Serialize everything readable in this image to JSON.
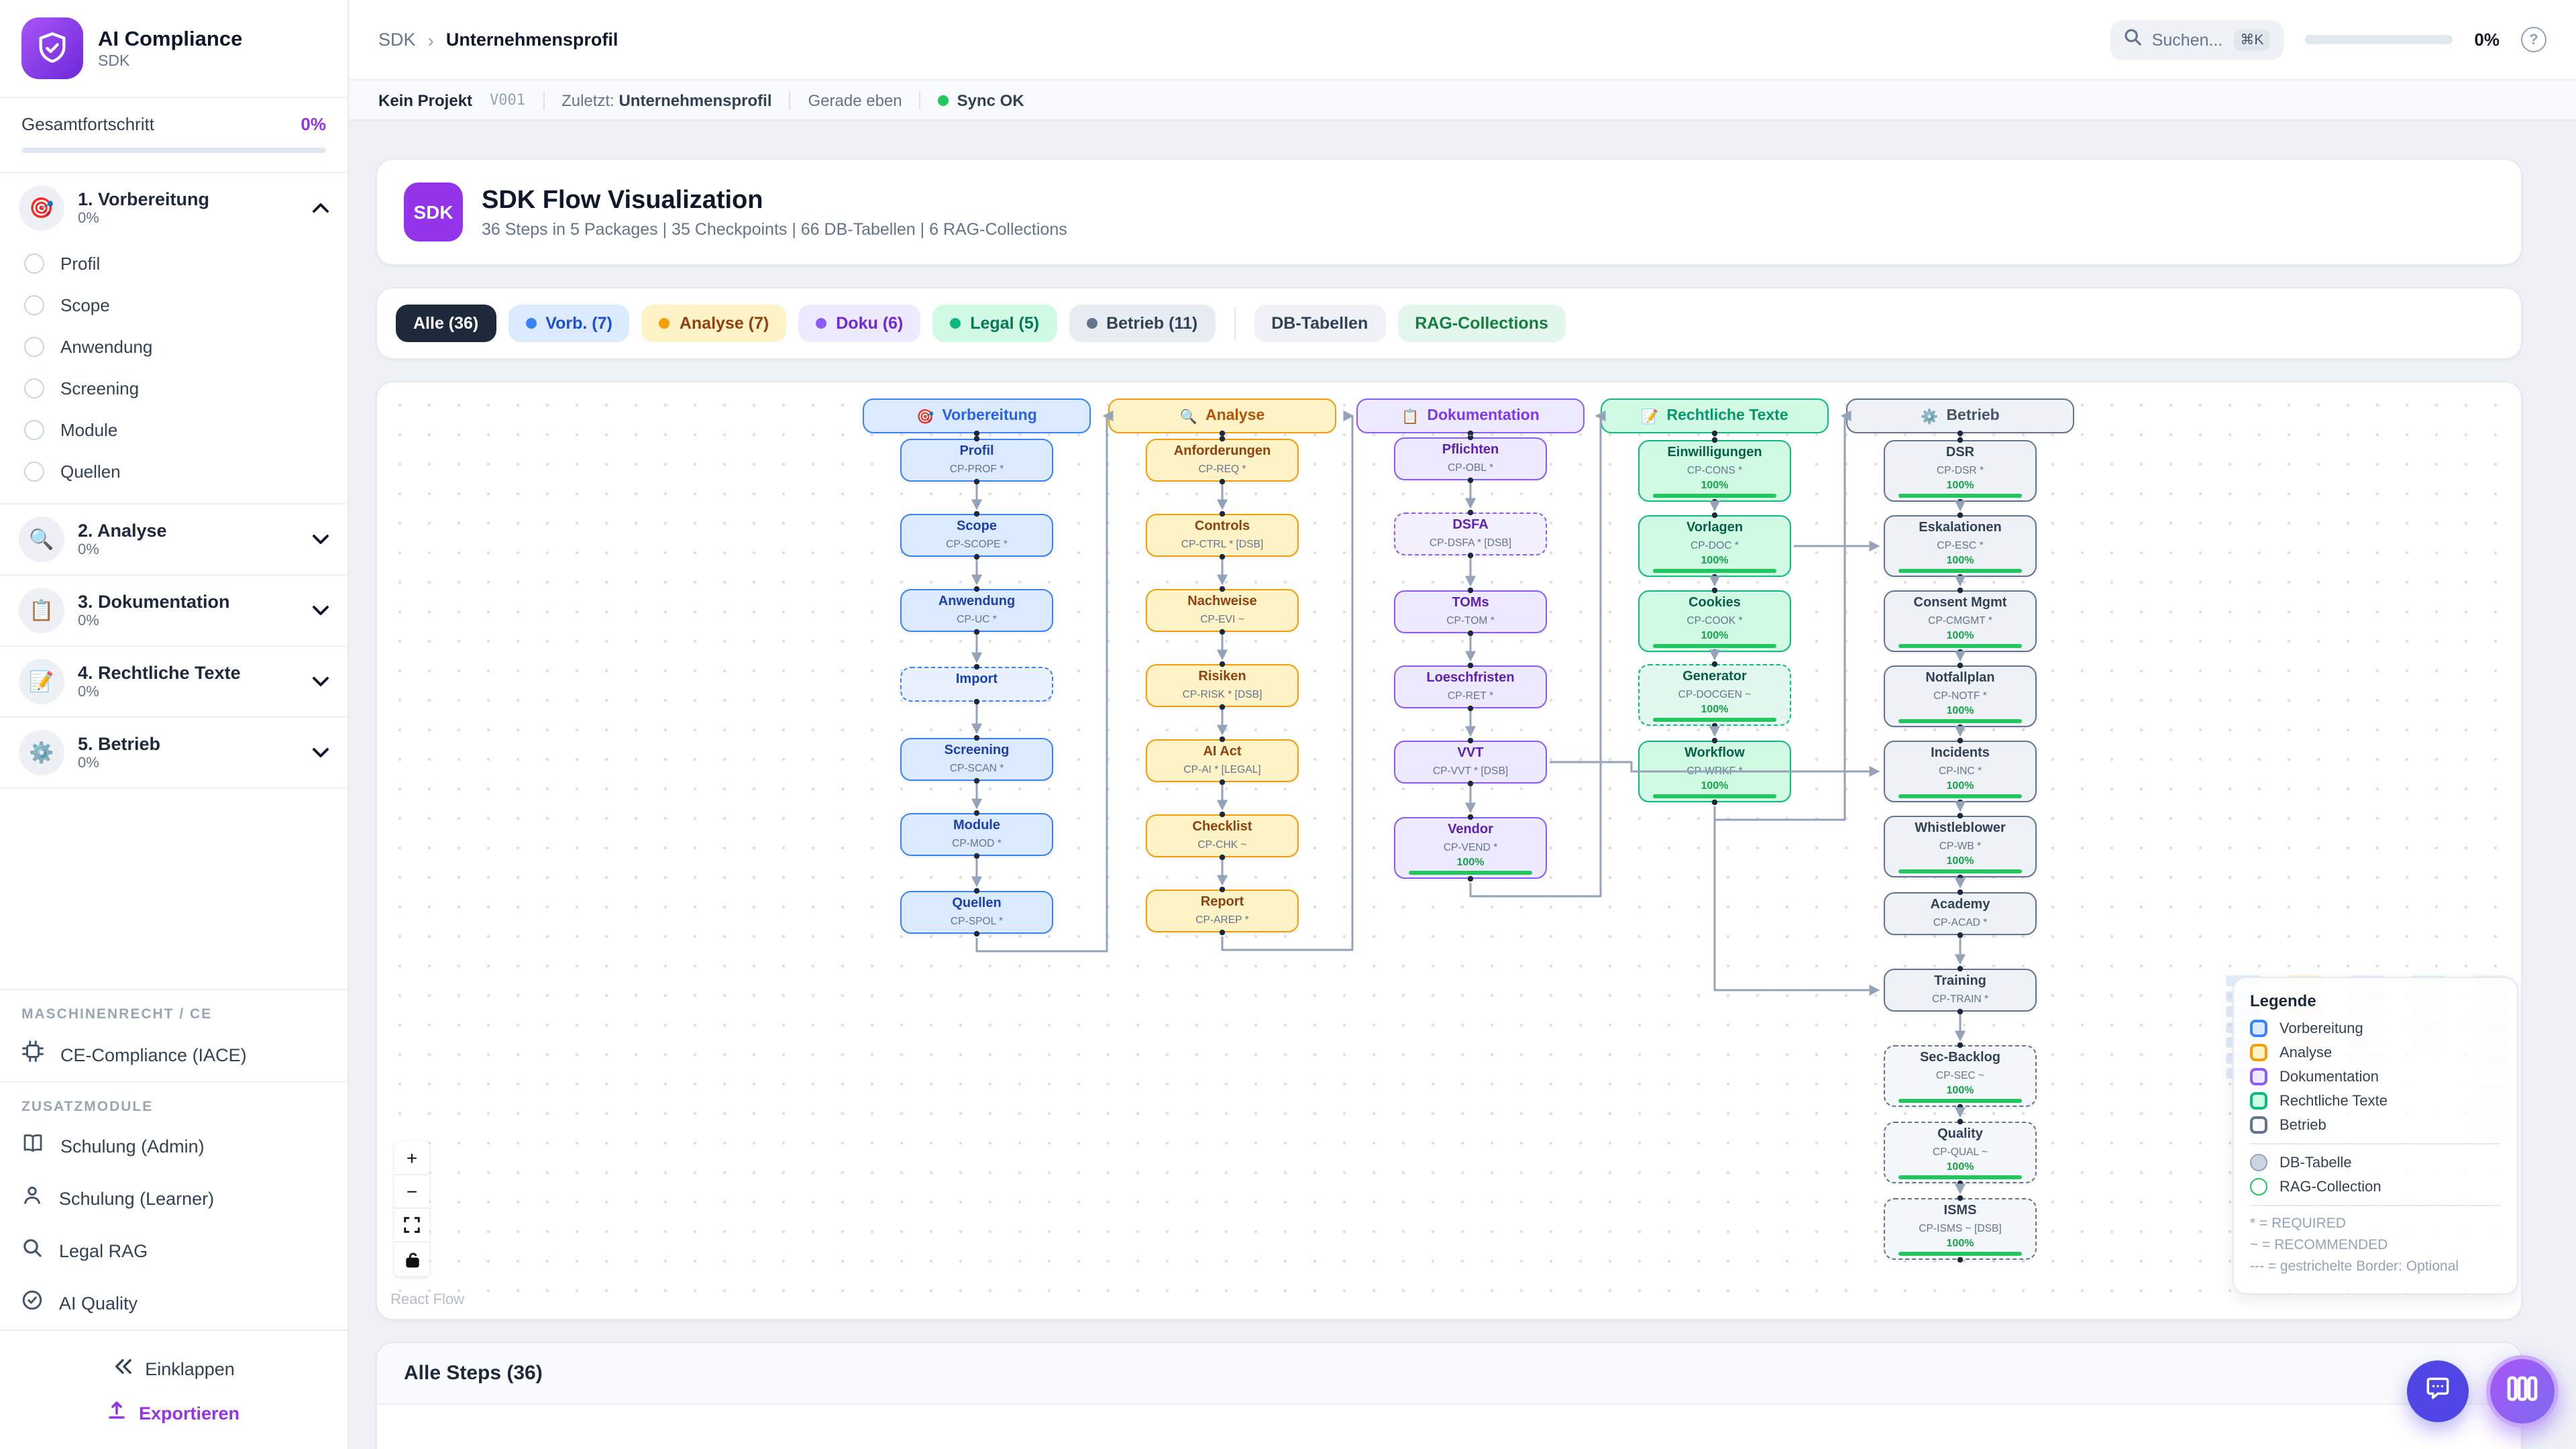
{
  "sidebar": {
    "app_title": "AI Compliance",
    "app_subtitle": "SDK",
    "overall_label": "Gesamtfortschritt",
    "overall_value": "0%",
    "sections": [
      {
        "icon": "🎯",
        "label": "1. Vorbereitung",
        "percent": "0%",
        "expanded": true,
        "items": [
          "Profil",
          "Scope",
          "Anwendung",
          "Screening",
          "Module",
          "Quellen"
        ]
      },
      {
        "icon": "🔍",
        "label": "2. Analyse",
        "percent": "0%",
        "expanded": false,
        "items": []
      },
      {
        "icon": "📋",
        "label": "3. Dokumentation",
        "percent": "0%",
        "expanded": false,
        "items": []
      },
      {
        "icon": "📝",
        "label": "4. Rechtliche Texte",
        "percent": "0%",
        "expanded": false,
        "items": []
      },
      {
        "icon": "⚙️",
        "label": "5. Betrieb",
        "percent": "0%",
        "expanded": false,
        "items": []
      }
    ],
    "machine_label": "MASCHINENRECHT / CE",
    "machine_item": "CE-Compliance (IACE)",
    "extra_label": "ZUSATZMODULE",
    "extra_items": [
      {
        "icon": "book",
        "label": "Schulung (Admin)"
      },
      {
        "icon": "user",
        "label": "Schulung (Learner)"
      },
      {
        "icon": "search",
        "label": "Legal RAG"
      },
      {
        "icon": "check",
        "label": "AI Quality"
      }
    ],
    "collapse_label": "Einklappen",
    "export_label": "Exportieren",
    "accent_color": "#9333ea"
  },
  "header": {
    "breadcrumb_root": "SDK",
    "breadcrumb_current": "Unternehmensprofil",
    "search_placeholder": "Suchen...",
    "search_kbd": "⌘K",
    "progress_value": "0%"
  },
  "statusbar": {
    "project": "Kein Projekt",
    "version": "V001",
    "last_label": "Zuletzt:",
    "last_value": "Unternehmensprofil",
    "time": "Gerade eben",
    "sync": "Sync OK",
    "sync_color": "#22c55e"
  },
  "hero": {
    "badge": "SDK",
    "title": "SDK Flow Visualization",
    "subtitle": "36 Steps in 5 Packages | 35 Checkpoints | 66 DB-Tabellen | 6 RAG-Collections"
  },
  "filters": {
    "pills": [
      {
        "label": "Alle (36)",
        "bg": "#1e293b",
        "fg": "#ffffff"
      },
      {
        "label": "Vorb. (7)",
        "bg": "#dbeafe",
        "fg": "#1d4ed8",
        "dot": "#3b82f6"
      },
      {
        "label": "Analyse (7)",
        "bg": "#fef3c7",
        "fg": "#92400e",
        "dot": "#f59e0b"
      },
      {
        "label": "Doku (6)",
        "bg": "#ede9fe",
        "fg": "#6d28d9",
        "dot": "#8b5cf6"
      },
      {
        "label": "Legal (5)",
        "bg": "#d1fae5",
        "fg": "#047857",
        "dot": "#10b981"
      },
      {
        "label": "Betrieb (11)",
        "bg": "#e8edf4",
        "fg": "#334155",
        "dot": "#64748b"
      }
    ],
    "db_pill": {
      "label": "DB-Tabellen",
      "bg": "#eef2f7",
      "fg": "#334155"
    },
    "rag_pill": {
      "label": "RAG-Collections",
      "bg": "#e3f7ec",
      "fg": "#15803d"
    }
  },
  "flow": {
    "packages": [
      {
        "name": "Vorbereitung",
        "icon": "🎯",
        "colors": {
          "border": "#3b82f6",
          "bg": "#dbeafe",
          "dashedBg": "#e8f1fd",
          "title": "#1e40af",
          "header": "#2563eb"
        },
        "nodes": [
          {
            "title": "Profil",
            "code": "CP-PROF *"
          },
          {
            "title": "Scope",
            "code": "CP-SCOPE *"
          },
          {
            "title": "Anwendung",
            "code": "CP-UC *"
          },
          {
            "title": "Import",
            "dashed": true
          },
          {
            "title": "Screening",
            "code": "CP-SCAN *"
          },
          {
            "title": "Module",
            "code": "CP-MOD *"
          },
          {
            "title": "Quellen",
            "code": "CP-SPOL *"
          }
        ]
      },
      {
        "name": "Analyse",
        "icon": "🔍",
        "colors": {
          "border": "#f59e0b",
          "bg": "#fef3c7",
          "dashedBg": "#fdf8e3",
          "title": "#92400e",
          "header": "#b45309"
        },
        "nodes": [
          {
            "title": "Anforderungen",
            "code": "CP-REQ *"
          },
          {
            "title": "Controls",
            "code": "CP-CTRL * [DSB]"
          },
          {
            "title": "Nachweise",
            "code": "CP-EVI ~"
          },
          {
            "title": "Risiken",
            "code": "CP-RISK * [DSB]"
          },
          {
            "title": "AI Act",
            "code": "CP-AI * [LEGAL]"
          },
          {
            "title": "Checklist",
            "code": "CP-CHK ~"
          },
          {
            "title": "Report",
            "code": "CP-AREP *"
          }
        ]
      },
      {
        "name": "Dokumentation",
        "icon": "📋",
        "colors": {
          "border": "#8b5cf6",
          "bg": "#ede9fe",
          "dashedBg": "#f3f0fe",
          "title": "#5b21b6",
          "header": "#7c3aed"
        },
        "nodes": [
          {
            "title": "Pflichten",
            "code": "CP-OBL *"
          },
          {
            "title": "DSFA",
            "code": "CP-DSFA * [DSB]",
            "dashed": true
          },
          {
            "title": "TOMs",
            "code": "CP-TOM *"
          },
          {
            "title": "Loeschfristen",
            "code": "CP-RET *"
          },
          {
            "title": "VVT",
            "code": "CP-VVT * [DSB]"
          },
          {
            "title": "Vendor",
            "code": "CP-VEND *",
            "progress": "100%"
          }
        ]
      },
      {
        "name": "Rechtliche Texte",
        "icon": "📝",
        "colors": {
          "border": "#10b981",
          "bg": "#d1fae5",
          "dashedBg": "#e2f8ee",
          "title": "#065f46",
          "header": "#059669"
        },
        "nodes": [
          {
            "title": "Einwilligungen",
            "code": "CP-CONS *",
            "progress": "100%"
          },
          {
            "title": "Vorlagen",
            "code": "CP-DOC *",
            "progress": "100%"
          },
          {
            "title": "Cookies",
            "code": "CP-COOK *",
            "progress": "100%"
          },
          {
            "title": "Generator",
            "code": "CP-DOCGEN ~",
            "progress": "100%",
            "dashed": true
          },
          {
            "title": "Workflow",
            "code": "CP-WRKF *",
            "progress": "100%"
          }
        ]
      },
      {
        "name": "Betrieb",
        "icon": "⚙️",
        "colors": {
          "border": "#64748b",
          "bg": "#eef2f7",
          "dashedBg": "#f4f7fa",
          "title": "#334155",
          "header": "#475569"
        },
        "nodes": [
          {
            "title": "DSR",
            "code": "CP-DSR *",
            "progress": "100%"
          },
          {
            "title": "Eskalationen",
            "code": "CP-ESC *",
            "progress": "100%"
          },
          {
            "title": "Consent Mgmt",
            "code": "CP-CMGMT *",
            "progress": "100%"
          },
          {
            "title": "Notfallplan",
            "code": "CP-NOTF *",
            "progress": "100%"
          },
          {
            "title": "Incidents",
            "code": "CP-INC *",
            "progress": "100%"
          },
          {
            "title": "Whistleblower",
            "code": "CP-WB *",
            "progress": "100%"
          },
          {
            "title": "Academy",
            "code": "CP-ACAD *"
          },
          {
            "title": "Training",
            "code": "CP-TRAIN *"
          },
          {
            "title": "Sec-Backlog",
            "code": "CP-SEC ~",
            "progress": "100%",
            "dashed": true
          },
          {
            "title": "Quality",
            "code": "CP-QUAL ~",
            "progress": "100%",
            "dashed": true
          },
          {
            "title": "ISMS",
            "code": "CP-ISMS ~ [DSB]",
            "progress": "100%",
            "dashed": true
          }
        ]
      }
    ],
    "progress_color": "#22c55e",
    "edge_color": "#94a3b8",
    "legend": {
      "title": "Legende",
      "categories": [
        {
          "label": "Vorbereitung",
          "border": "#3b82f6",
          "bg": "#dbeafe"
        },
        {
          "label": "Analyse",
          "border": "#f59e0b",
          "bg": "#fef3c7"
        },
        {
          "label": "Dokumentation",
          "border": "#8b5cf6",
          "bg": "#ede9fe"
        },
        {
          "label": "Rechtliche Texte",
          "border": "#10b981",
          "bg": "#d1fae5"
        },
        {
          "label": "Betrieb",
          "border": "#64748b",
          "bg": "#f8fafc"
        }
      ],
      "shapes": [
        {
          "label": "DB-Tabelle",
          "border": "#94a3b8",
          "bg": "#cbd5e1"
        },
        {
          "label": "RAG-Collection",
          "border": "#22c55e",
          "bg": "#ffffff"
        }
      ],
      "notes": [
        "* = REQUIRED",
        "~ = RECOMMENDED",
        "--- = gestrichelte Border: Optional"
      ]
    },
    "attribution": "React Flow"
  },
  "footer": {
    "steps_title": "Alle Steps (36)"
  }
}
